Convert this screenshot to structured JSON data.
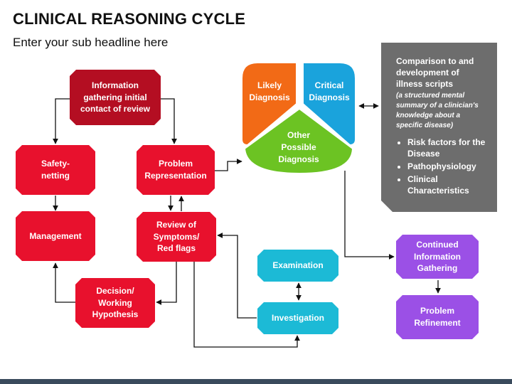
{
  "header": {
    "title": "CLINICAL REASONING CYCLE",
    "subtitle": "Enter your sub headline here"
  },
  "nodes": {
    "info_gathering": [
      "Information",
      "gathering initial",
      "contact of review"
    ],
    "safety_netting": [
      "Safety-",
      "netting"
    ],
    "problem_representation": [
      "Problem",
      "Representation"
    ],
    "management": [
      "Management"
    ],
    "review_symptoms": [
      "Review of",
      "Symptoms/",
      "Red flags"
    ],
    "decision": [
      "Decision/",
      "Working",
      "Hypothesis"
    ],
    "examination": [
      "Examination"
    ],
    "investigation": [
      "Investigation"
    ],
    "continued_info": [
      "Continued",
      "Information",
      "Gathering"
    ],
    "problem_refinement": [
      "Problem",
      "Refinement"
    ]
  },
  "diagnosis": {
    "likely": [
      "Likely",
      "Diagnosis"
    ],
    "critical": [
      "Critical",
      "Diagnosis"
    ],
    "other": [
      "Other",
      "Possible",
      "Diagnosis"
    ]
  },
  "illness_scripts": {
    "heading": [
      "Comparison to and",
      "development of",
      "illness scripts"
    ],
    "description": [
      "(a structured mental",
      "summary of a clinician's",
      "knowledge about a",
      "specific disease)"
    ],
    "bullets": [
      "Risk factors for the Disease",
      "Pathophysiology",
      "Clinical Characteristics"
    ]
  },
  "colors": {
    "red": "#e8112d",
    "dark_red": "#b40e22",
    "orange": "#f26a16",
    "blue": "#1aa3dc",
    "green": "#6cc323",
    "teal": "#1cbad6",
    "purple": "#9b50e6",
    "gray": "#6d6d6d"
  }
}
